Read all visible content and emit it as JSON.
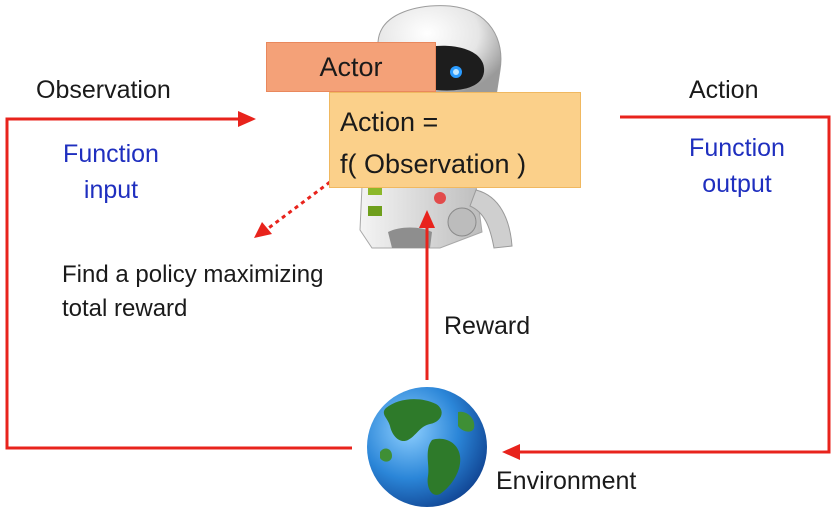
{
  "actor": {
    "title": "Actor",
    "policy_line1": "Action =",
    "policy_line2": "f( Observation )"
  },
  "observation": {
    "label": "Observation",
    "role_line1": "Function",
    "role_line2": "input"
  },
  "action": {
    "label": "Action",
    "role_line1": "Function",
    "role_line2": "output"
  },
  "reward": {
    "label": "Reward"
  },
  "environment": {
    "label": "Environment"
  },
  "goal": {
    "line1": "Find a policy maximizing",
    "line2": "total reward"
  },
  "colors": {
    "arrow": "#e8231c",
    "role_text": "#1f2fbf",
    "actor_fill": "#f4a178",
    "policy_fill": "#fbd08a"
  },
  "icons": [
    "robot-icon",
    "globe-icon"
  ]
}
